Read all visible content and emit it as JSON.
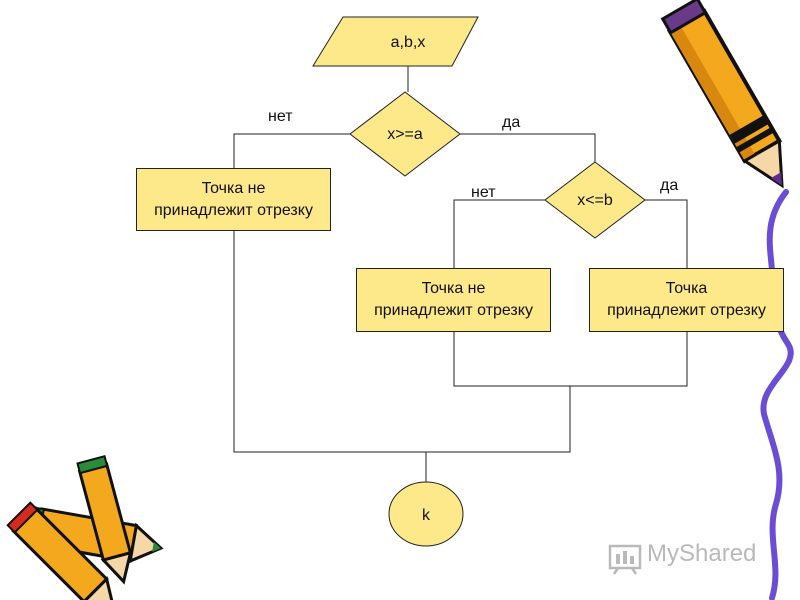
{
  "flowchart": {
    "input": "a,b,x",
    "condition1": "x>=a",
    "condition2": "x<=b",
    "no1": "нет",
    "yes1": "да",
    "no2": "нет",
    "yes2": "да",
    "box_left": "Точка не\nпринадлежит отрезку",
    "box_mid": "Точка не\nпринадлежит отрезку",
    "box_right": "Точка\nпринадлежит отрезку",
    "end": "k"
  },
  "watermark": {
    "text": "MyShared"
  },
  "colors": {
    "shape_fill": "#fde98a",
    "stroke": "#222222"
  }
}
